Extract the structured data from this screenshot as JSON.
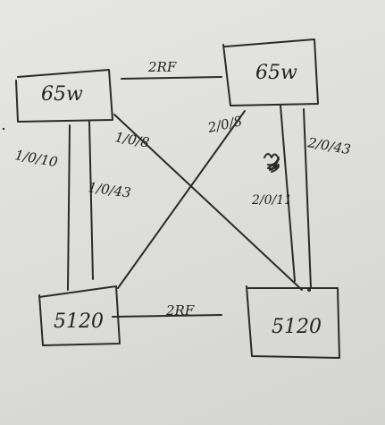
{
  "devices": {
    "top_left": "65w",
    "top_right": "65w",
    "bottom_left": "5120",
    "bottom_right": "5120"
  },
  "links": {
    "top_irf": "2RF",
    "bottom_irf": "2RF",
    "tl_1_0_10": "1/0/10",
    "tl_1_0_8": "1/0/8",
    "tl_1_0_43": "1/0/43",
    "tr_2_0_8": "2/0/8",
    "tr_2_0_43": "2/0/43",
    "tr_2_0_11": "2/0/11"
  }
}
